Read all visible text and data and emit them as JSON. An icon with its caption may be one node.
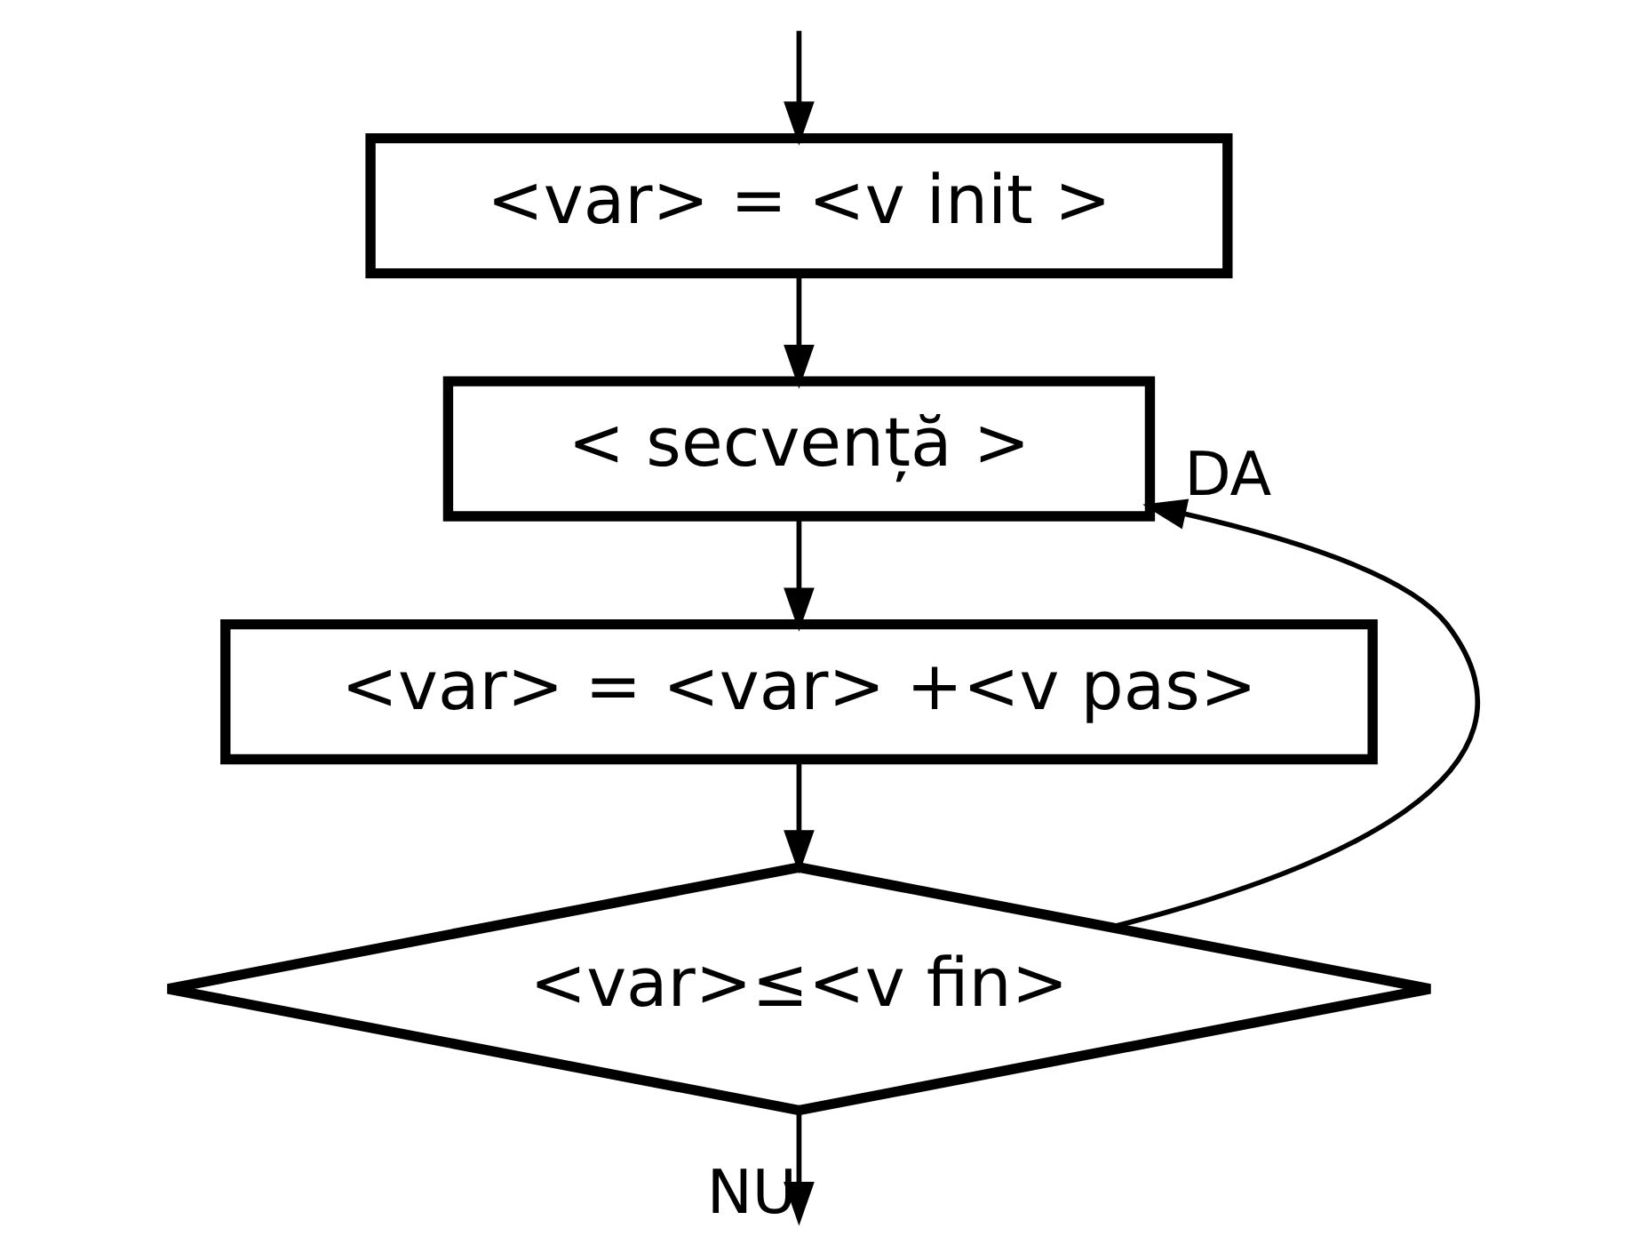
{
  "diagram": {
    "nodes": [
      {
        "text": [
          "<var> = <v init >"
        ]
      },
      {
        "text": [
          "< secvență >"
        ]
      },
      {
        "text": [
          "<var> = <var> +<v pas>"
        ]
      },
      {
        "text": [
          "<var>≤<v fin>"
        ]
      }
    ],
    "edges": [
      {
        "from": null,
        "to": 0,
        "arrow": "to"
      },
      {
        "from": 0,
        "to": 1,
        "arrow": "to"
      },
      {
        "from": 1,
        "to": 2,
        "arrow": "to"
      },
      {
        "from": 2,
        "to": 3,
        "arrow": "to"
      },
      {
        "from": 3,
        "to": 1,
        "arrow": "to",
        "label": "DA"
      },
      {
        "from": 3,
        "to": null,
        "arrow": "to",
        "label": "NU"
      }
    ]
  }
}
